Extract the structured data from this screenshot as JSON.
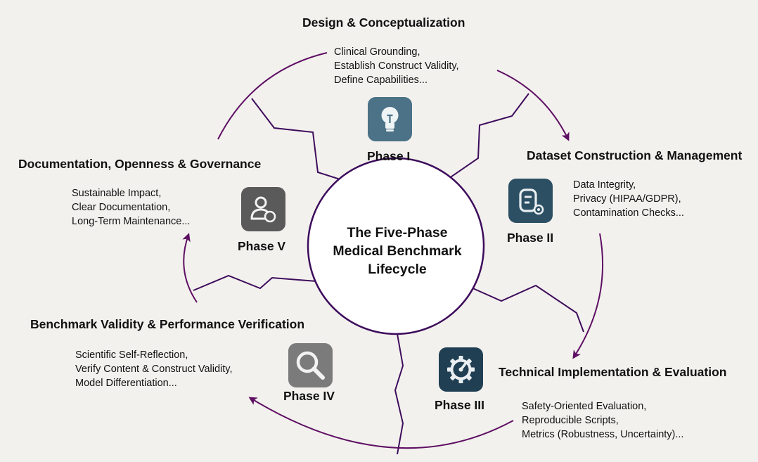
{
  "center": {
    "title_lines": [
      "The Five-Phase",
      "Medical Benchmark",
      "Lifecycle"
    ]
  },
  "phases": [
    {
      "phase_label": "Phase I",
      "heading": "Design & Conceptualization",
      "lines": [
        "Clinical Grounding,",
        "Establish Construct Validity,",
        "Define Capabilities..."
      ],
      "icon": "lightbulb-icon",
      "icon_color": "#4b7286"
    },
    {
      "phase_label": "Phase II",
      "heading": "Dataset Construction & Management",
      "lines": [
        "Data Integrity,",
        "Privacy (HIPAA/GDPR),",
        "Contamination Checks..."
      ],
      "icon": "database-settings-icon",
      "icon_color": "#2c4f63"
    },
    {
      "phase_label": "Phase III",
      "heading": "Technical Implementation & Evaluation",
      "lines": [
        "Safety-Oriented Evaluation,",
        "Reproducible Scripts,",
        "Metrics (Robustness, Uncertainty)..."
      ],
      "icon": "gauge-gear-icon",
      "icon_color": "#213f53"
    },
    {
      "phase_label": "Phase IV",
      "heading": "Benchmark Validity & Performance Verification",
      "lines": [
        "Scientific Self-Reflection,",
        "Verify Content & Construct Validity,",
        "Model Differentiation..."
      ],
      "icon": "magnifier-icon",
      "icon_color": "#7b7b7b"
    },
    {
      "phase_label": "Phase V",
      "heading": "Documentation, Openness & Governance",
      "lines": [
        "Sustainable Impact,",
        "Clear Documentation,",
        "Long-Term Maintenance..."
      ],
      "icon": "user-settings-icon",
      "icon_color": "#5a5a5a"
    }
  ],
  "colors": {
    "background": "#f3f1ee",
    "center_fill": "#ffffff",
    "arc_stroke": "#5e0f63",
    "connector_stroke": "#3d0c5c"
  }
}
